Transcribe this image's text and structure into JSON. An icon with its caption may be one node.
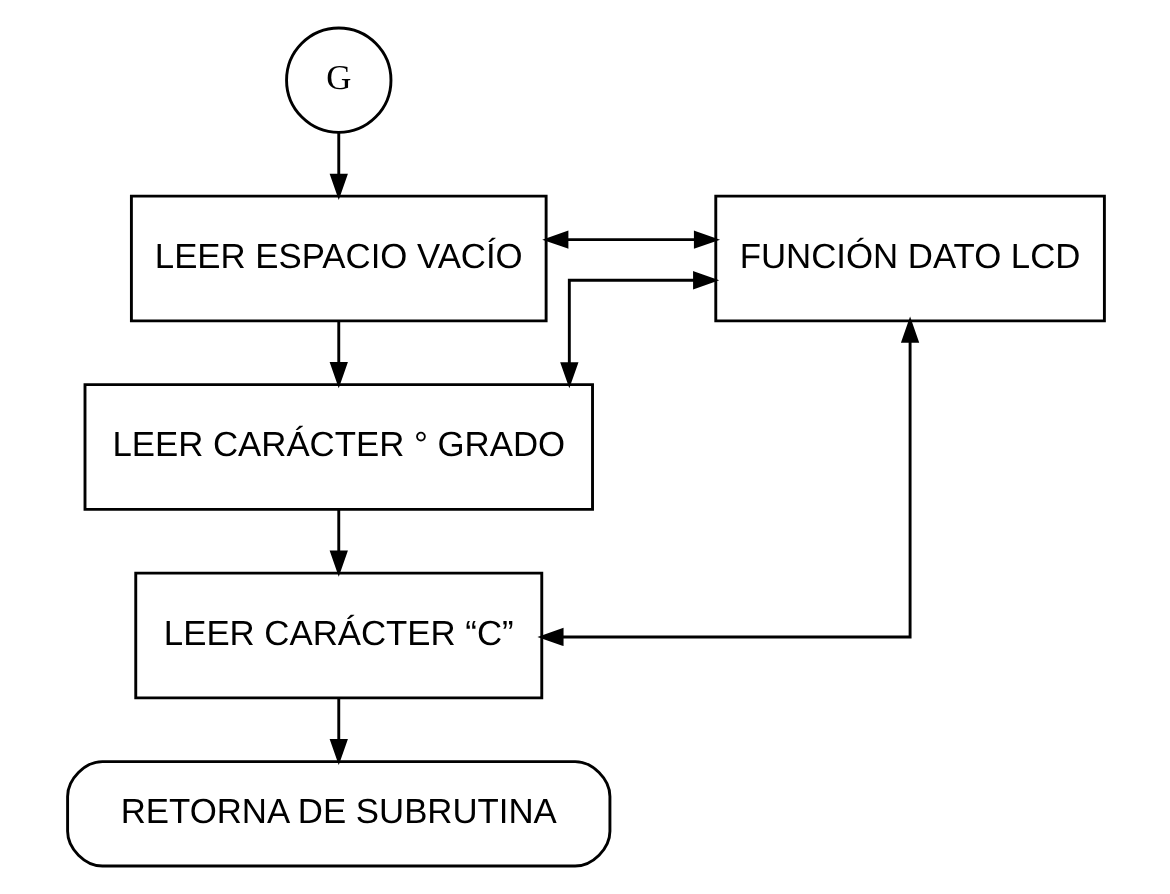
{
  "diagram": {
    "nodes": [
      {
        "text": [
          "G"
        ]
      },
      {
        "text": [
          "LEER ESPACIO VACÍO"
        ]
      },
      {
        "text": [
          "LEER CARÁCTER ° GRADO"
        ]
      },
      {
        "text": [
          "LEER CARÁCTER “C”"
        ]
      },
      {
        "text": [
          "RETORNA DE SUBRUTINA"
        ]
      },
      {
        "text": [
          "FUNCIÓN DATO LCD"
        ]
      }
    ],
    "edges": [
      {
        "from": 0,
        "to": 1,
        "arrow": "to"
      },
      {
        "from": 1,
        "to": 2,
        "arrow": "to"
      },
      {
        "from": 2,
        "to": 3,
        "arrow": "to"
      },
      {
        "from": 3,
        "to": 4,
        "arrow": "to"
      },
      {
        "from": 5,
        "to": 1,
        "arrow": "both"
      },
      {
        "from": 5,
        "to": 2,
        "arrow": "both"
      },
      {
        "from": 5,
        "to": 3,
        "arrow": "both"
      }
    ]
  }
}
